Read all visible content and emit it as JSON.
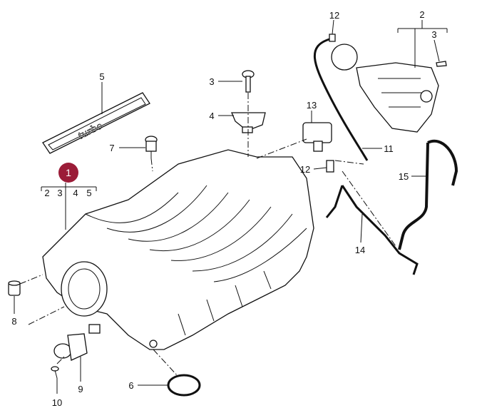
{
  "diagram": {
    "callouts": {
      "main_part": "1",
      "main_subparts": [
        "2",
        "3",
        "4",
        "5"
      ],
      "valve_top": "12",
      "bracket_group": "2",
      "bracket_screw": "3",
      "trim_badge": "5",
      "bolt": "3",
      "bracket_mid": "4",
      "solenoid": "13",
      "bleed_screw": "7",
      "hose_upper": "11",
      "hose_connector": "12",
      "hose_right": "15",
      "hose_lower": "14",
      "cap": "8",
      "sensor": "9",
      "gasket": "6",
      "sensor_screw": "10"
    },
    "badge_lettering": "turbo",
    "highlight_color": "#9b1c38"
  }
}
